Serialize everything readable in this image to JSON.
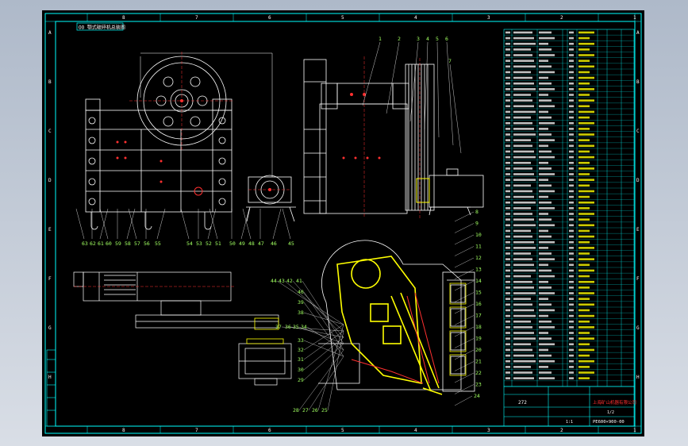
{
  "drawing": {
    "title_note": "OO 颚式破碎机总装图",
    "scale_label": "1:1",
    "sheet_number": "1/2",
    "company": "上海矿山机器有限公司",
    "drawing_code": "PE600×900-00",
    "small_label": "272",
    "front_view_callouts": [
      "63",
      "62",
      "61",
      "60",
      "59",
      "58",
      "57",
      "56",
      "55",
      "54",
      "53",
      "52",
      "51",
      "50",
      "49",
      "48",
      "47",
      "46",
      "45"
    ],
    "side_view_callouts": [
      "1",
      "2",
      "3",
      "4",
      "5",
      "6",
      "7"
    ],
    "section_left_callouts": [
      "44",
      "43",
      "42",
      "41",
      "40",
      "39",
      "38",
      "37",
      "36",
      "35",
      "34",
      "33",
      "32",
      "31",
      "30",
      "29",
      "28",
      "27",
      "26",
      "25"
    ],
    "section_right_callouts": [
      "8",
      "9",
      "10",
      "11",
      "12",
      "13",
      "14",
      "15",
      "16",
      "17",
      "18",
      "19",
      "20",
      "21",
      "22",
      "23",
      "24"
    ],
    "zone_letters": [
      "A",
      "B",
      "C",
      "D",
      "E",
      "F",
      "G",
      "H"
    ],
    "zone_numbers": [
      "1",
      "2",
      "3",
      "4",
      "5",
      "6",
      "7",
      "8"
    ]
  },
  "colors": {
    "background": "#000000",
    "border": "#00ffff",
    "line": "#ffffff",
    "highlight": "#ffff00",
    "accent": "#ff3030",
    "callout": "#a0ff60",
    "text": "#ffffff"
  }
}
